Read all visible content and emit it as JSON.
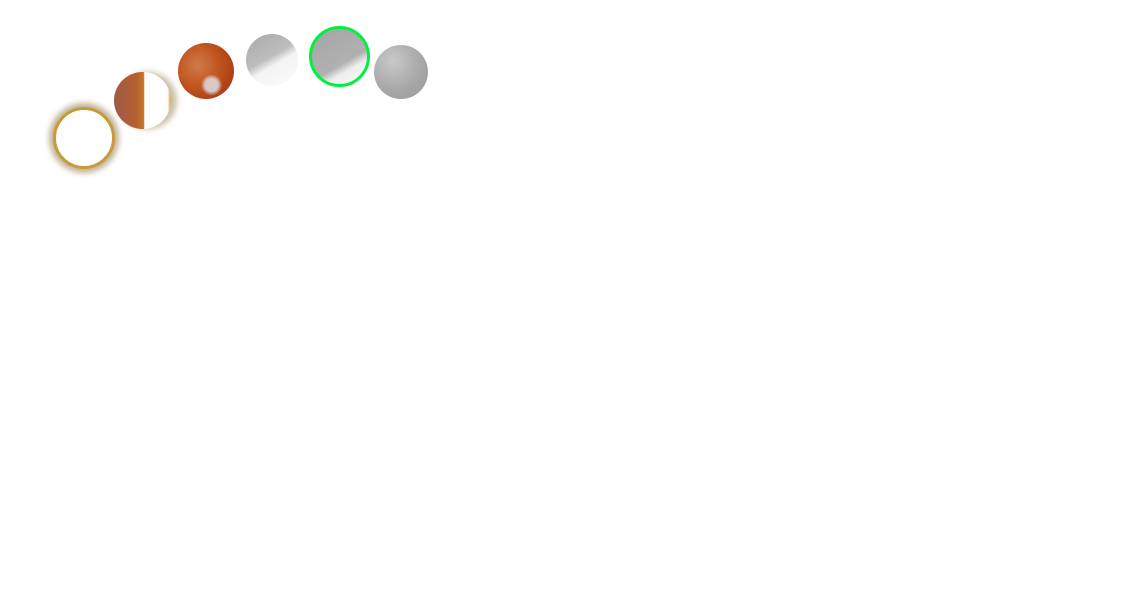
{
  "moons": [
    {
      "phase": "total-eclipse-start",
      "selected": false
    },
    {
      "phase": "partial-red",
      "selected": false
    },
    {
      "phase": "blood-moon",
      "selected": false
    },
    {
      "phase": "partial-grey",
      "selected": false
    },
    {
      "phase": "partial-grey-2",
      "selected": true
    },
    {
      "phase": "full-moon",
      "selected": false
    }
  ],
  "colors": {
    "selection_ring": "#00f040",
    "blood_moon": "#c0531c",
    "halo": "#c99a3a"
  }
}
